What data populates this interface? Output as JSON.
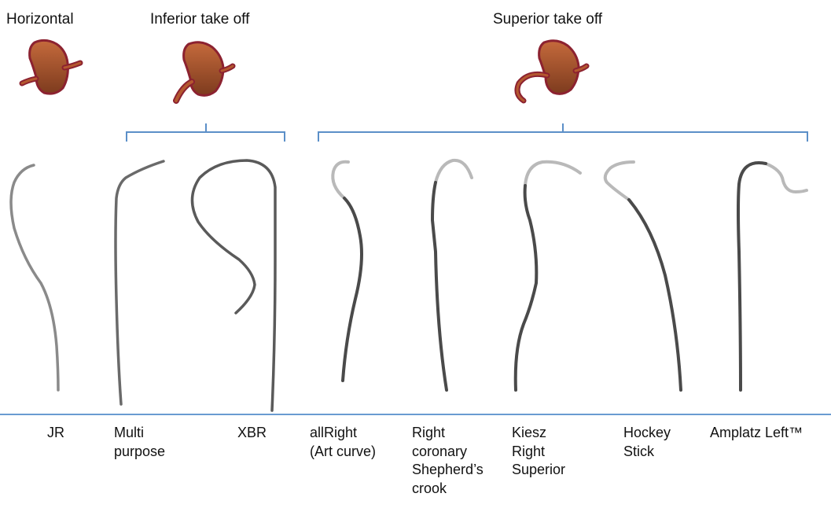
{
  "colors": {
    "bracket": "#5b8fc8",
    "baseline": "#6a9bd1",
    "catheter_dark": "#4a4a4a",
    "catheter_light": "#b9b9b9",
    "heart_outline": "#8c2230",
    "heart_fill_top": "#c06035",
    "heart_fill_bottom": "#8a4322"
  },
  "groups": {
    "horizontal": "Horizontal",
    "inferior": "Inferior take off",
    "superior": "Superior take off"
  },
  "icons": [
    "heart-icon",
    "heart-icon",
    "heart-icon"
  ],
  "catheters": [
    {
      "id": "jr",
      "label": "JR"
    },
    {
      "id": "multipurpose",
      "label": "Multi\npurpose"
    },
    {
      "id": "xbr",
      "label": "XBR"
    },
    {
      "id": "allright",
      "label": "allRight\n(Art curve)"
    },
    {
      "id": "shepherd",
      "label": "Right\ncoronary\nShepherd’s\ncrook"
    },
    {
      "id": "kiesz",
      "label": "Kiesz\nRight\nSuperior"
    },
    {
      "id": "hockey",
      "label": "Hockey\nStick"
    },
    {
      "id": "amplatz",
      "label": "Amplatz Left™"
    }
  ]
}
